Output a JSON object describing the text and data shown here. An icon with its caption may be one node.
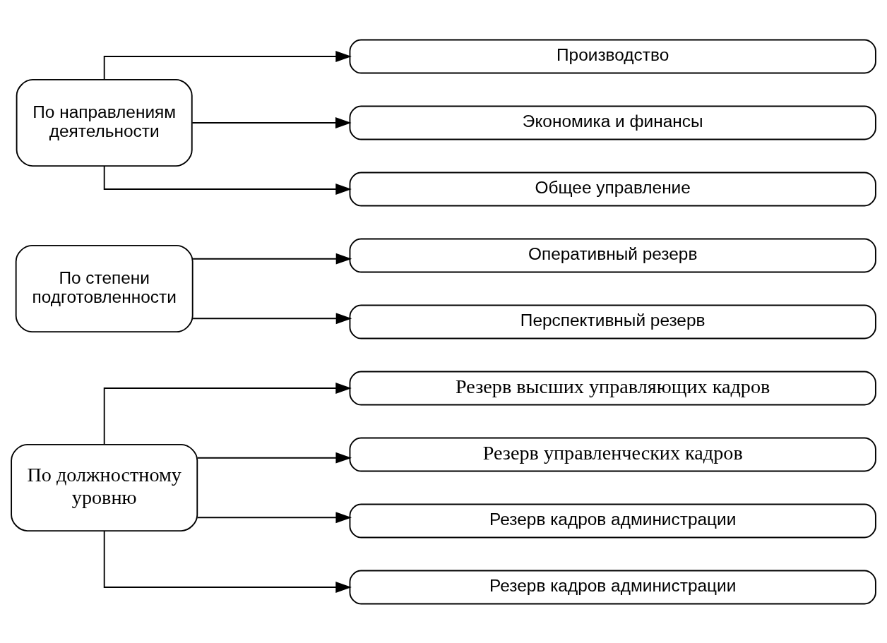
{
  "diagram": {
    "nodes": [
      {
        "text": [
          "По должностному уровню"
        ]
      },
      {
        "text": [
          "Резерв высших управляющих кадров"
        ]
      },
      {
        "text": [
          "Резерв управленческих кадров"
        ]
      },
      {
        "text": [
          "Резерв кадров администрации"
        ]
      },
      {
        "text": [
          "Резерв кадров администрации"
        ]
      },
      {
        "text": [
          "По степени подготовленности"
        ]
      },
      {
        "text": [
          "Оперативный резерв"
        ]
      },
      {
        "text": [
          "Перспективный резерв"
        ]
      },
      {
        "text": [
          "По направлениям деятельности"
        ]
      },
      {
        "text": [
          "Производство"
        ]
      },
      {
        "text": [
          "Экономика и финансы"
        ]
      },
      {
        "text": [
          "Общее управление"
        ]
      }
    ],
    "edges": [
      {
        "from": 0,
        "to": 1,
        "arrow": "to"
      },
      {
        "from": 0,
        "to": 2,
        "arrow": "to"
      },
      {
        "from": 0,
        "to": 3,
        "arrow": "to"
      },
      {
        "from": 0,
        "to": 4,
        "arrow": "to"
      },
      {
        "from": 5,
        "to": 6,
        "arrow": "to"
      },
      {
        "from": 5,
        "to": 7,
        "arrow": "to"
      },
      {
        "from": 8,
        "to": 9,
        "arrow": "to"
      },
      {
        "from": 8,
        "to": 10,
        "arrow": "to"
      },
      {
        "from": 8,
        "to": 11,
        "arrow": "to"
      }
    ]
  }
}
